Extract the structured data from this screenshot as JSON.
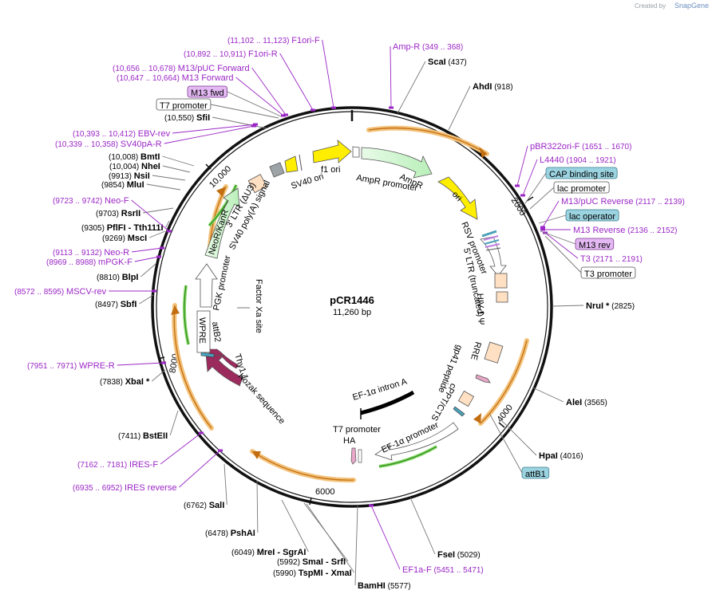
{
  "plasmid": {
    "name": "pCR1446",
    "size": "11,260 bp"
  },
  "credit": {
    "prefix": "Created by",
    "brand": "SnapGene"
  },
  "ticks": [
    "2000",
    "4000",
    "6000",
    "8000",
    "10,000"
  ],
  "enzymes": [
    {
      "name": "ScaI",
      "pos": "(437)"
    },
    {
      "name": "AhdI",
      "pos": "(918)"
    },
    {
      "name": "NruI *",
      "pos": "(2825)"
    },
    {
      "name": "AleI",
      "pos": "(3565)"
    },
    {
      "name": "HpaI",
      "pos": "(4016)"
    },
    {
      "name": "FseI",
      "pos": "(5029)"
    },
    {
      "name": "BamHI",
      "pos": "(5577)"
    },
    {
      "name": "XmaI",
      "pos": "(5990)",
      "pre": "TspMI",
      "sep": " - "
    },
    {
      "name": "SrfI",
      "pos": "(5992)",
      "pre": "SmaI",
      "sep": " - "
    },
    {
      "name": "SgrAI",
      "pos": "(6049)",
      "pre": "MreI",
      "sep": " - "
    },
    {
      "name": "PshAI",
      "pos": "(6478)"
    },
    {
      "name": "SalI",
      "pos": "(6762)"
    },
    {
      "name": "BstEII",
      "pos": "(7411)"
    },
    {
      "name": "XbaI *",
      "pos": "(7838)"
    },
    {
      "name": "SbfI",
      "pos": "(8497)"
    },
    {
      "name": "BlpI",
      "pos": "(8810)"
    },
    {
      "name": "MscI",
      "pos": "(9269)"
    },
    {
      "name": "Tth111I",
      "pos": "(9305)",
      "pre": "PflFI",
      "sep": " - "
    },
    {
      "name": "RsrII",
      "pos": "(9703)"
    },
    {
      "name": "MluI",
      "pos": "(9854)"
    },
    {
      "name": "NsiI",
      "pos": "(9913)"
    },
    {
      "name": "NheI",
      "pos": "(10,004)"
    },
    {
      "name": "BmtI",
      "pos": "(10,008)"
    },
    {
      "name": "SfiI",
      "pos": "(10,550)"
    }
  ],
  "primers": [
    {
      "name": "F1ori-F",
      "pos": "(11,102 .. 11,123)"
    },
    {
      "name": "F1ori-R",
      "pos": "(10,892 .. 10,911)"
    },
    {
      "name": "M13/pUC Forward",
      "pos": "(10,656 .. 10,678)"
    },
    {
      "name": "M13 Forward",
      "pos": "(10,647 .. 10,664)"
    },
    {
      "name": "EBV-rev",
      "pos": "(10,393 .. 10,412)"
    },
    {
      "name": "SV40pA-R",
      "pos": "(10,339 .. 10,358)"
    },
    {
      "name": "Neo-F",
      "pos": "(9723 .. 9742)"
    },
    {
      "name": "Neo-R",
      "pos": "(9113 .. 9132)"
    },
    {
      "name": "mPGK-F",
      "pos": "(8969 .. 8988)"
    },
    {
      "name": "MSCV-rev",
      "pos": "(8572 .. 8595)"
    },
    {
      "name": "WPRE-R",
      "pos": "(7951 .. 7971)"
    },
    {
      "name": "IRES-F",
      "pos": "(7162 .. 7181)"
    },
    {
      "name": "IRES reverse",
      "pos": "(6935 .. 6952)"
    },
    {
      "name": "Amp-R",
      "pos": "(349 .. 368)"
    },
    {
      "name": "pBR322ori-F",
      "pos": "(1651 .. 1670)"
    },
    {
      "name": "L4440",
      "pos": "(1904 .. 1921)"
    },
    {
      "name": "M13/pUC Reverse",
      "pos": "(2117 .. 2139)"
    },
    {
      "name": "M13 Reverse",
      "pos": "(2136 .. 2152)"
    },
    {
      "name": "T3",
      "pos": "(2171 .. 2191)"
    },
    {
      "name": "EF1a-F",
      "pos": "(5451 .. 5471)"
    }
  ],
  "boxed": [
    {
      "name": "M13 fwd",
      "style": "purple"
    },
    {
      "name": "T7 promoter",
      "style": "white"
    },
    {
      "name": "CAP binding site",
      "style": "blue"
    },
    {
      "name": "lac promoter",
      "style": "white"
    },
    {
      "name": "lac operator",
      "style": "blue"
    },
    {
      "name": "M13 rev",
      "style": "purple"
    },
    {
      "name": "T3 promoter",
      "style": "white"
    },
    {
      "name": "attB1",
      "style": "blue"
    }
  ],
  "features": [
    "f1 ori",
    "AmpR promoter",
    "AmpR",
    "ori",
    "RSV promoter",
    "5' LTR (truncated)",
    "HIV-1 Ψ",
    "RRE",
    "gp41 peptide",
    "cPPT/CTS",
    "EF-1α promoter",
    "EF-1α intron A",
    "T7 promoter",
    "HA",
    "Kozak sequence",
    "Thy1.1",
    "attB2",
    "WPRE",
    "PGK promoter",
    "Factor Xa site",
    "NeoR/KanR",
    "SV40 poly(A) signal",
    "3' LTR (ΔU3)",
    "SV40 ori"
  ]
}
